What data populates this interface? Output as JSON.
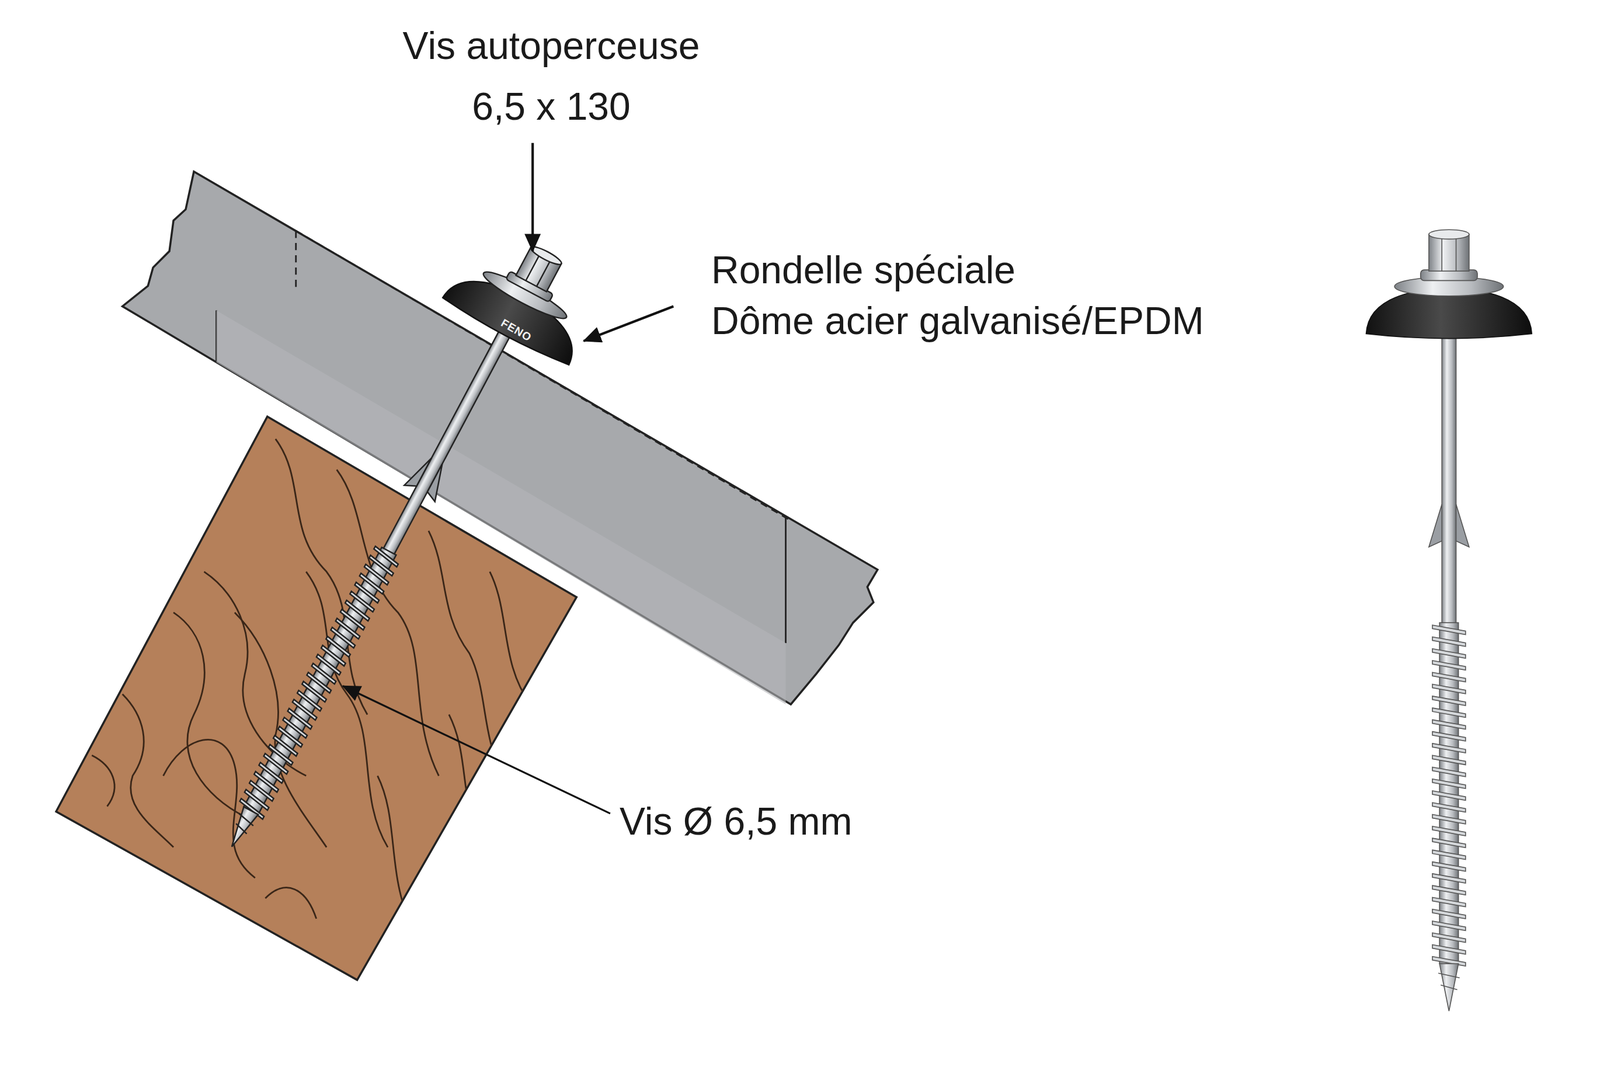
{
  "diagram": {
    "labels": [
      "Vis autoperceuse",
      "6,5 x 130",
      "Rondelle spéciale",
      "Dôme acier galvanisé/EPDM",
      "FENO",
      "Vis Ø 6,5 mm"
    ]
  }
}
